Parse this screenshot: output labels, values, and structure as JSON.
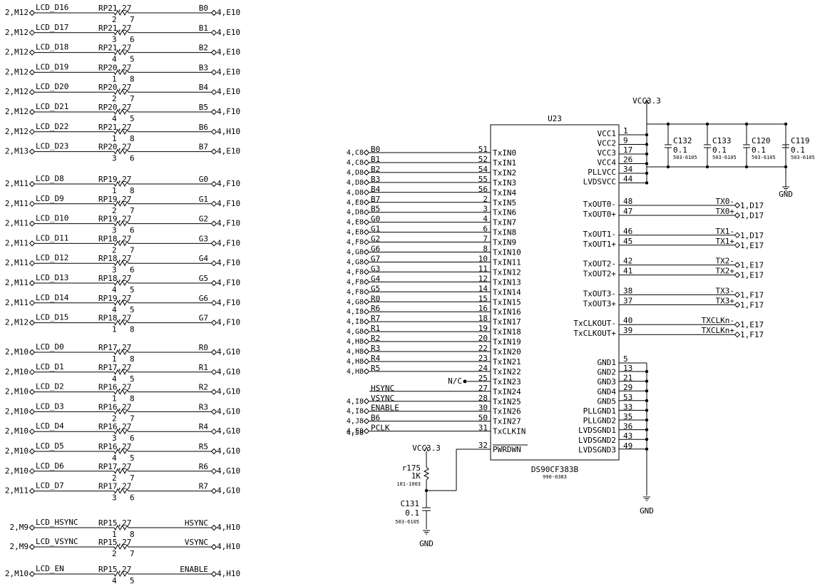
{
  "resistors": [
    {
      "port": "2,M12",
      "net": "LCD_D16",
      "ref": "RP21",
      "val": "27",
      "out": "B0",
      "dest": "4,E10",
      "pins": "2 7"
    },
    {
      "port": "2,M12",
      "net": "LCD_D17",
      "ref": "RP21",
      "val": "27",
      "out": "B1",
      "dest": "4,E10",
      "pins": "3 6"
    },
    {
      "port": "2,M12",
      "net": "LCD_D18",
      "ref": "RP21",
      "val": "27",
      "out": "B2",
      "dest": "4,E10",
      "pins": "4 5"
    },
    {
      "port": "2,M12",
      "net": "LCD_D19",
      "ref": "RP20",
      "val": "27",
      "out": "B3",
      "dest": "4,E10",
      "pins": "1 8"
    },
    {
      "port": "2,M12",
      "net": "LCD_D20",
      "ref": "RP20",
      "val": "27",
      "out": "B4",
      "dest": "4,E10",
      "pins": "2 7"
    },
    {
      "port": "2,M12",
      "net": "LCD_D21",
      "ref": "RP20",
      "val": "27",
      "out": "B5",
      "dest": "4,F10",
      "pins": "4 5"
    },
    {
      "port": "2,M12",
      "net": "LCD_D22",
      "ref": "RP21",
      "val": "27",
      "out": "B6",
      "dest": "4,H10",
      "pins": "1 8"
    },
    {
      "port": "2,M13",
      "net": "LCD_D23",
      "ref": "RP20",
      "val": "27",
      "out": "B7",
      "dest": "4,E10",
      "pins": "3 6"
    },
    {
      "port": "2,M11",
      "net": "LCD_D8",
      "ref": "RP19",
      "val": "27",
      "out": "G0",
      "dest": "4,F10",
      "pins": "1 8"
    },
    {
      "port": "2,M11",
      "net": "LCD_D9",
      "ref": "RP19",
      "val": "27",
      "out": "G1",
      "dest": "4,F10",
      "pins": "2 7"
    },
    {
      "port": "2,M11",
      "net": "LCD_D10",
      "ref": "RP19",
      "val": "27",
      "out": "G2",
      "dest": "4,F10",
      "pins": "3 6"
    },
    {
      "port": "2,M11",
      "net": "LCD_D11",
      "ref": "RP18",
      "val": "27",
      "out": "G3",
      "dest": "4,F10",
      "pins": "2 7"
    },
    {
      "port": "2,M11",
      "net": "LCD_D12",
      "ref": "RP18",
      "val": "27",
      "out": "G4",
      "dest": "4,F10",
      "pins": "3 6"
    },
    {
      "port": "2,M11",
      "net": "LCD_D13",
      "ref": "RP18",
      "val": "27",
      "out": "G5",
      "dest": "4,F10",
      "pins": "4 5"
    },
    {
      "port": "2,M11",
      "net": "LCD_D14",
      "ref": "RP19",
      "val": "27",
      "out": "G6",
      "dest": "4,F10",
      "pins": "4 5"
    },
    {
      "port": "2,M12",
      "net": "LCD_D15",
      "ref": "RP18",
      "val": "27",
      "out": "G7",
      "dest": "4,F10",
      "pins": "1 8"
    },
    {
      "port": "2,M10",
      "net": "LCD_D0",
      "ref": "RP17",
      "val": "27",
      "out": "R0",
      "dest": "4,G10",
      "pins": "1 8"
    },
    {
      "port": "2,M10",
      "net": "LCD_D1",
      "ref": "RP17",
      "val": "27",
      "out": "R1",
      "dest": "4,G10",
      "pins": "4 5"
    },
    {
      "port": "2,M10",
      "net": "LCD_D2",
      "ref": "RP16",
      "val": "27",
      "out": "R2",
      "dest": "4,G10",
      "pins": "1 8"
    },
    {
      "port": "2,M10",
      "net": "LCD_D3",
      "ref": "RP16",
      "val": "27",
      "out": "R3",
      "dest": "4,G10",
      "pins": "2 7"
    },
    {
      "port": "2,M10",
      "net": "LCD_D4",
      "ref": "RP16",
      "val": "27",
      "out": "R4",
      "dest": "4,G10",
      "pins": "3 6"
    },
    {
      "port": "2,M10",
      "net": "LCD_D5",
      "ref": "RP16",
      "val": "27",
      "out": "R5",
      "dest": "4,G10",
      "pins": "4 5"
    },
    {
      "port": "2,M10",
      "net": "LCD_D6",
      "ref": "RP17",
      "val": "27",
      "out": "R6",
      "dest": "4,G10",
      "pins": "2 7"
    },
    {
      "port": "2,M11",
      "net": "LCD_D7",
      "ref": "RP17",
      "val": "27",
      "out": "R7",
      "dest": "4,G10",
      "pins": "3 6"
    },
    {
      "port": "2,M9",
      "net": "LCD_HSYNC",
      "ref": "RP15",
      "val": "27",
      "out": "HSYNC",
      "dest": "4,H10",
      "pins": "1 8"
    },
    {
      "port": "2,M9",
      "net": "LCD_VSYNC",
      "ref": "RP15",
      "val": "27",
      "out": "VSYNC",
      "dest": "4,H10",
      "pins": "2 7"
    },
    {
      "port": "2,M10",
      "net": "LCD_EN",
      "ref": "RP15",
      "val": "27",
      "out": "ENABLE",
      "dest": "4,H10",
      "pins": "4 5"
    }
  ],
  "chip": {
    "ref": "U23",
    "part": "DS90CF383B",
    "partnum": "990-0383",
    "power_pins": [
      {
        "name": "VCC1",
        "num": "1"
      },
      {
        "name": "VCC2",
        "num": "9"
      },
      {
        "name": "VCC3",
        "num": "17"
      },
      {
        "name": "VCC4",
        "num": "26"
      },
      {
        "name": "PLLVCC",
        "num": "34"
      },
      {
        "name": "LVDSVCC",
        "num": "44"
      }
    ],
    "inputs": [
      {
        "src": "4,C8",
        "sig": "B0",
        "num": "51",
        "pin": "TxIN0"
      },
      {
        "src": "4,C8",
        "sig": "B1",
        "num": "52",
        "pin": "TxIN1"
      },
      {
        "src": "4,D8",
        "sig": "B2",
        "num": "54",
        "pin": "TxIN2"
      },
      {
        "src": "4,D8",
        "sig": "B3",
        "num": "55",
        "pin": "TxIN3"
      },
      {
        "src": "4,D8",
        "sig": "B4",
        "num": "56",
        "pin": "TxIN4"
      },
      {
        "src": "4,E8",
        "sig": "B7",
        "num": "2",
        "pin": "TxIN5"
      },
      {
        "src": "4,D8",
        "sig": "B5",
        "num": "3",
        "pin": "TxIN6"
      },
      {
        "src": "4,E8",
        "sig": "G0",
        "num": "4",
        "pin": "TxIN7"
      },
      {
        "src": "4,E8",
        "sig": "G1",
        "num": "6",
        "pin": "TxIN8"
      },
      {
        "src": "4,F8",
        "sig": "G2",
        "num": "7",
        "pin": "TxIN9"
      },
      {
        "src": "4,G8",
        "sig": "G6",
        "num": "8",
        "pin": "TxIN10"
      },
      {
        "src": "4,G8",
        "sig": "G7",
        "num": "10",
        "pin": "TxIN11"
      },
      {
        "src": "4,F8",
        "sig": "G3",
        "num": "11",
        "pin": "TxIN12"
      },
      {
        "src": "4,F8",
        "sig": "G4",
        "num": "12",
        "pin": "TxIN13"
      },
      {
        "src": "4,F8",
        "sig": "G5",
        "num": "14",
        "pin": "TxIN14"
      },
      {
        "src": "4,G8",
        "sig": "R0",
        "num": "15",
        "pin": "TxIN15"
      },
      {
        "src": "4,I8",
        "sig": "R6",
        "num": "16",
        "pin": "TxIN16"
      },
      {
        "src": "4,I8",
        "sig": "R7",
        "num": "18",
        "pin": "TxIN17"
      },
      {
        "src": "4,G8",
        "sig": "R1",
        "num": "19",
        "pin": "TxIN18"
      },
      {
        "src": "4,H8",
        "sig": "R2",
        "num": "20",
        "pin": "TxIN19"
      },
      {
        "src": "4,H8",
        "sig": "R3",
        "num": "22",
        "pin": "TxIN20"
      },
      {
        "src": "4,H8",
        "sig": "R4",
        "num": "23",
        "pin": "TxIN21"
      },
      {
        "src": "4,H8",
        "sig": "R5",
        "num": "24",
        "pin": "TxIN22"
      },
      {
        "src": "",
        "sig": "N/C",
        "num": "25",
        "pin": "TxIN23",
        "nc": true
      },
      {
        "src": "",
        "sig": "HSYNC",
        "num": "27",
        "pin": "TxIN24"
      },
      {
        "src": "4,I8",
        "sig": "VSYNC",
        "num": "28",
        "pin": "TxIN25"
      },
      {
        "src": "4,I8",
        "sig": "ENABLE",
        "num": "30",
        "pin": "TxIN26"
      },
      {
        "src": "4,J8",
        "sig": "B6",
        "num": "50",
        "pin": "TxIN27"
      },
      {
        "src": "4,E8",
        "sig": "PCLK",
        "num": "31",
        "pin": "TxCLKIN"
      },
      {
        "src": "4,J8",
        "sig": "",
        "num": "",
        "pin": "",
        "hidden": true
      }
    ],
    "pwrdwn": {
      "num": "32",
      "pin": "PWRDWN"
    },
    "outputs": [
      {
        "pin": "TxOUT0-",
        "num": "48",
        "net": "TX0-",
        "dest": "1,D17"
      },
      {
        "pin": "TxOUT0+",
        "num": "47",
        "net": "TX0+",
        "dest": "1,D17"
      },
      {
        "pin": "TxOUT1-",
        "num": "46",
        "net": "TX1-",
        "dest": "1,D17"
      },
      {
        "pin": "TxOUT1+",
        "num": "45",
        "net": "TX1+",
        "dest": "1,E17"
      },
      {
        "pin": "TxOUT2-",
        "num": "42",
        "net": "TX2-",
        "dest": "1,E17"
      },
      {
        "pin": "TxOUT2+",
        "num": "41",
        "net": "TX2+",
        "dest": "1,E17"
      },
      {
        "pin": "TxOUT3-",
        "num": "38",
        "net": "TX3-",
        "dest": "1,F17"
      },
      {
        "pin": "TxOUT3+",
        "num": "37",
        "net": "TX3+",
        "dest": "1,F17"
      },
      {
        "pin": "TxCLKOUT-",
        "num": "40",
        "net": "TXCLKn-",
        "dest": "1,E17"
      },
      {
        "pin": "TxCLKOUT+",
        "num": "39",
        "net": "TXCLKn+",
        "dest": "1,F17"
      }
    ],
    "gnd_pins": [
      {
        "name": "GND1",
        "num": "13"
      },
      {
        "name": "GND2",
        "num": "21"
      },
      {
        "name": "GND3",
        "num": "29"
      },
      {
        "name": "GND4",
        "num": "53"
      },
      {
        "name": "GND5",
        "num": "33"
      },
      {
        "name": "PLLGND1",
        "num": "35"
      },
      {
        "name": "PLLGND2",
        "num": "36"
      },
      {
        "name": "LVDSGND1",
        "num": "43"
      },
      {
        "name": "LVDSGND2",
        "num": "49"
      },
      {
        "name": "LVDSGND3",
        "num": ""
      }
    ],
    "gnd_top_pin": "5"
  },
  "caps": [
    {
      "ref": "C132",
      "val": "0.1",
      "pn": "503-6105"
    },
    {
      "ref": "C133",
      "val": "0.1",
      "pn": "503-6105"
    },
    {
      "ref": "C120",
      "val": "0.1",
      "pn": "503-6105"
    },
    {
      "ref": "C119",
      "val": "0.1",
      "pn": "503-6105"
    }
  ],
  "vcc_label": "VCC3.3",
  "gnd_label": "GND",
  "pulldown": {
    "vcc": "VCC3.3",
    "r_ref": "r175",
    "r_val": "1K",
    "r_pn": "101-1003",
    "c_ref": "C131",
    "c_val": "0.1",
    "c_pn": "503-6105",
    "gnd": "GND"
  }
}
